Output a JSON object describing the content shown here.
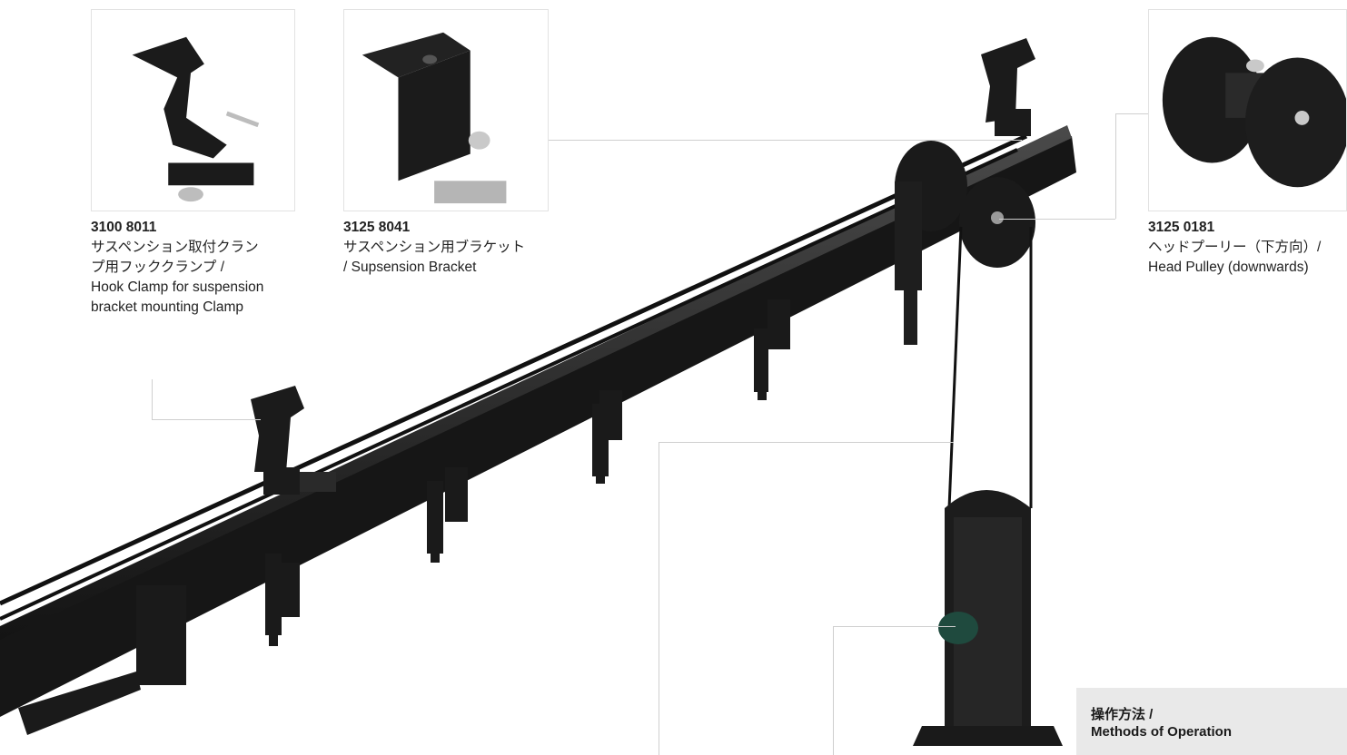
{
  "callouts": [
    {
      "part_number": "3100 8011",
      "text": "サスペンション取付クラン\nプ用フッククランプ /\nHook Clamp for suspension\nbracket mounting Clamp"
    },
    {
      "part_number": "3125 8041",
      "text": "サスペンション用ブラケット\n/ Supsension Bracket"
    },
    {
      "part_number": "3125 0181",
      "text": "ヘッドプーリー（下方向）/\nHead Pulley (downwards)"
    }
  ],
  "operation_box": {
    "title": "操作方法 /\nMethods of Operation"
  },
  "colors": {
    "metal": "#1c1c1c",
    "metal_light": "#3a3a3a",
    "leader": "#cfcfcf",
    "box": "#e9e9e9",
    "knob": "#1f4a3e"
  }
}
